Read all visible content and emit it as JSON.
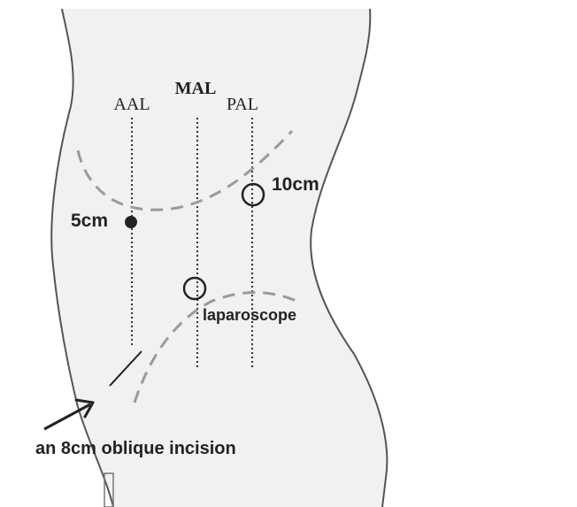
{
  "lines": {
    "aal": "AAL",
    "mal": "MAL",
    "pal": "PAL"
  },
  "ports": {
    "five_cm": "5cm",
    "ten_cm": "10cm",
    "laparoscope": "laparoscope"
  },
  "incision": {
    "label": "an 8cm oblique incision"
  },
  "colors": {
    "body_fill": "#f1f1f1",
    "outline": "#555555",
    "ink": "#222222",
    "dashed_curve": "#9a9a9a"
  }
}
